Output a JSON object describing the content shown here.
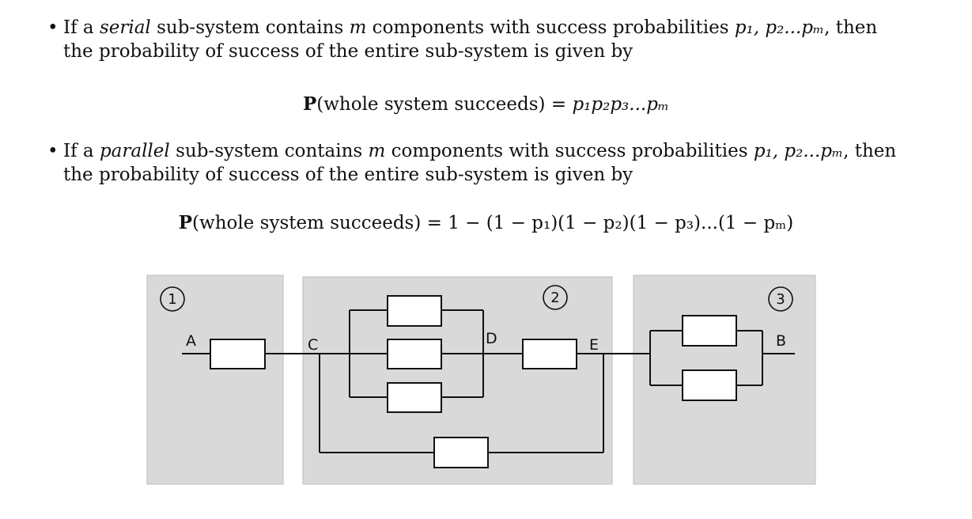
{
  "bullet_symbol": "•",
  "bullets": [
    {
      "line1": {
        "prefix": "If a ",
        "keyword": "serial",
        "middle": " sub-system contains ",
        "m": "m",
        "after_m": " components with success probabilities ",
        "probs": "p₁, p₂...pₘ",
        "end": ", then"
      },
      "line2": "the probability of success of the entire sub-system is given by"
    },
    {
      "line1": {
        "prefix": "If a ",
        "keyword": "parallel",
        "middle": " sub-system contains ",
        "m": "m",
        "after_m": " components with success probabilities ",
        "probs": "p₁, p₂...pₘ",
        "end": ", then"
      },
      "line2": "the probability of success of the entire sub-system is given by"
    }
  ],
  "formulas": {
    "serial": {
      "P": "P",
      "event": "(whole system succeeds)",
      "equals": " = ",
      "rhs": "p₁p₂p₃...pₘ"
    },
    "parallel": {
      "P": "P",
      "event": "(whole system succeeds)",
      "equals": " = ",
      "rhs": "1 − (1 − p₁)(1 − p₂)(1 − p₃)...(1 − pₘ)"
    }
  },
  "diagram": {
    "colors": {
      "panel": "#d9d9d9",
      "panel_border": "#bdbdbd",
      "wire": "#111111",
      "component": "#ffffff"
    },
    "subsystem_labels": [
      "1",
      "2",
      "3"
    ],
    "node_labels": {
      "A": "A",
      "B": "B",
      "C": "C",
      "D": "D",
      "E": "E"
    }
  }
}
